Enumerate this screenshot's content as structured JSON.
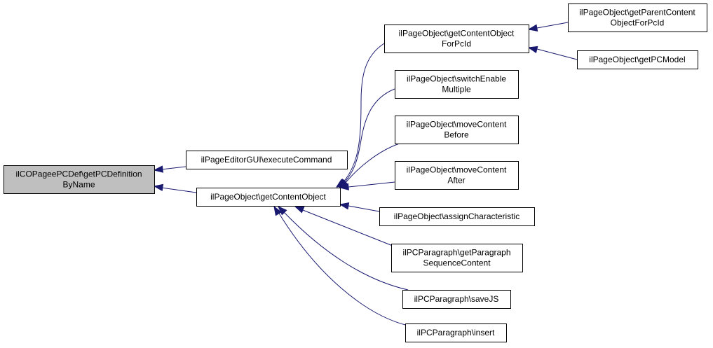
{
  "colors": {
    "edge": "#191970",
    "root_fill": "#bfbfbf",
    "node_fill": "#ffffff",
    "node_border": "#000000"
  },
  "nodes": {
    "root": {
      "lines": [
        "ilCOPageePCDef\\getPCDefinition",
        "ByName"
      ]
    },
    "executeCommand": {
      "lines": [
        "ilPageEditorGUI\\executeCommand"
      ]
    },
    "getContentObject": {
      "lines": [
        "ilPageObject\\getContentObject"
      ]
    },
    "getContentObjectForPcId": {
      "lines": [
        "ilPageObject\\getContentObject",
        "ForPcId"
      ]
    },
    "getParentContentObjectForPcId": {
      "lines": [
        "ilPageObject\\getParentContent",
        "ObjectForPcId"
      ]
    },
    "getPCModel": {
      "lines": [
        "ilPageObject\\getPCModel"
      ]
    },
    "switchEnableMultiple": {
      "lines": [
        "ilPageObject\\switchEnable",
        "Multiple"
      ]
    },
    "moveContentBefore": {
      "lines": [
        "ilPageObject\\moveContent",
        "Before"
      ]
    },
    "moveContentAfter": {
      "lines": [
        "ilPageObject\\moveContent",
        "After"
      ]
    },
    "assignCharacteristic": {
      "lines": [
        "ilPageObject\\assignCharacteristic"
      ]
    },
    "getParagraphSequenceContent": {
      "lines": [
        "ilPCParagraph\\getParagraph",
        "SequenceContent"
      ]
    },
    "saveJS": {
      "lines": [
        "ilPCParagraph\\saveJS"
      ]
    },
    "insert": {
      "lines": [
        "ilPCParagraph\\insert"
      ]
    }
  }
}
